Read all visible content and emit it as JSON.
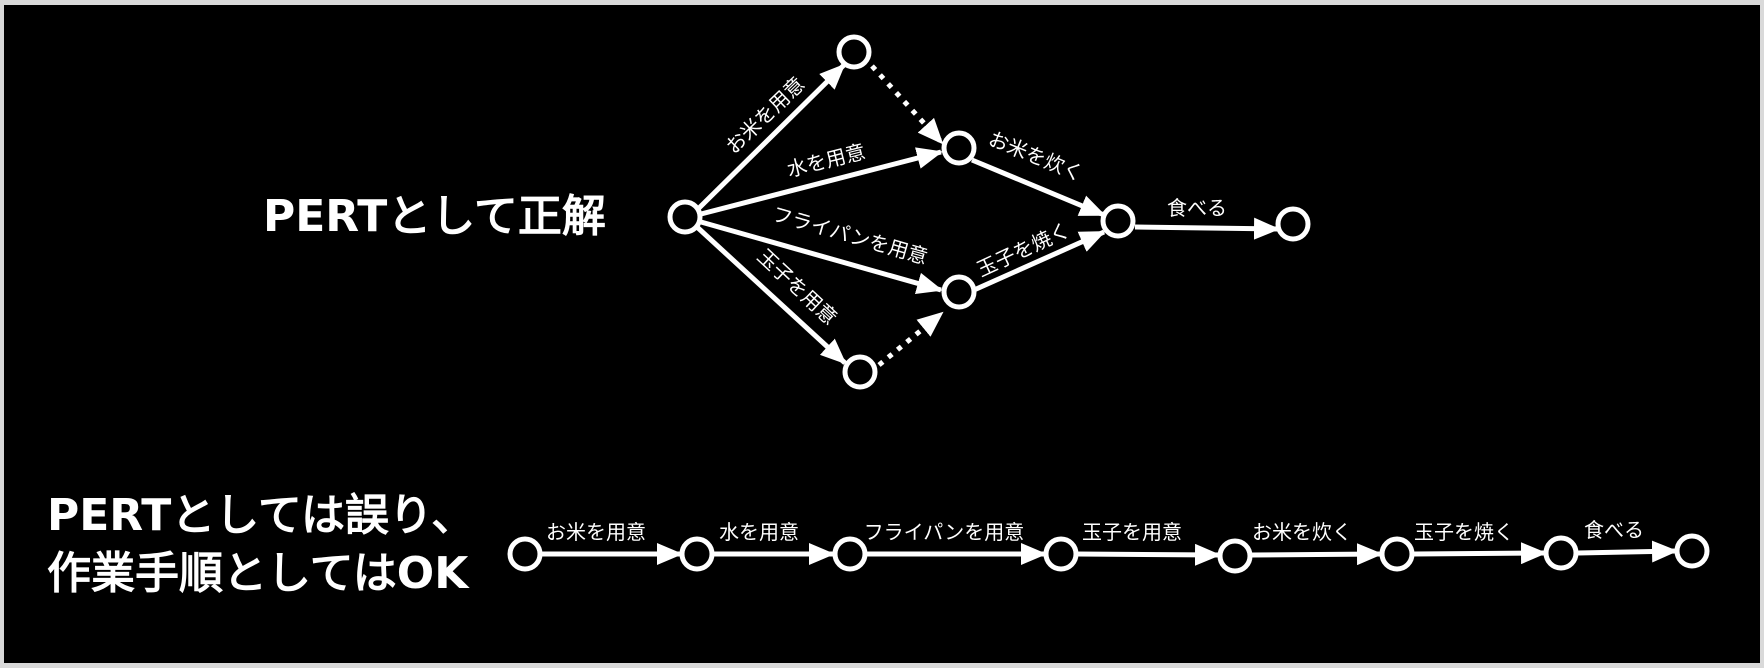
{
  "colors": {
    "background": "#000000",
    "foreground": "#ffffff",
    "frame": "#d9d9d9"
  },
  "headings": {
    "correct": "PERTとして正解",
    "wrong_line1": "PERTとしては誤り、",
    "wrong_line2": "作業手順としてはOK"
  },
  "pert": {
    "nodes": [
      "start",
      "rice-ready",
      "merge-top",
      "egg-ready",
      "merge-bottom",
      "cooked",
      "end"
    ],
    "edges": [
      {
        "from": "start",
        "to": "rice-ready",
        "label": "お米を用意",
        "style": "solid"
      },
      {
        "from": "start",
        "to": "merge-top",
        "label": "水を用意",
        "style": "solid"
      },
      {
        "from": "start",
        "to": "merge-bottom",
        "label": "フライパンを用意",
        "style": "solid"
      },
      {
        "from": "start",
        "to": "egg-ready",
        "label": "玉子を用意",
        "style": "solid"
      },
      {
        "from": "rice-ready",
        "to": "merge-top",
        "label": "",
        "style": "dummy"
      },
      {
        "from": "egg-ready",
        "to": "merge-bottom",
        "label": "",
        "style": "dummy"
      },
      {
        "from": "merge-top",
        "to": "cooked",
        "label": "お米を炊く",
        "style": "solid"
      },
      {
        "from": "merge-bottom",
        "to": "cooked",
        "label": "玉子を焼く",
        "style": "solid"
      },
      {
        "from": "cooked",
        "to": "end",
        "label": "食べる",
        "style": "solid"
      }
    ]
  },
  "sequence": {
    "steps": [
      "お米を用意",
      "水を用意",
      "フライパンを用意",
      "玉子を用意",
      "お米を炊く",
      "玉子を焼く",
      "食べる"
    ]
  }
}
